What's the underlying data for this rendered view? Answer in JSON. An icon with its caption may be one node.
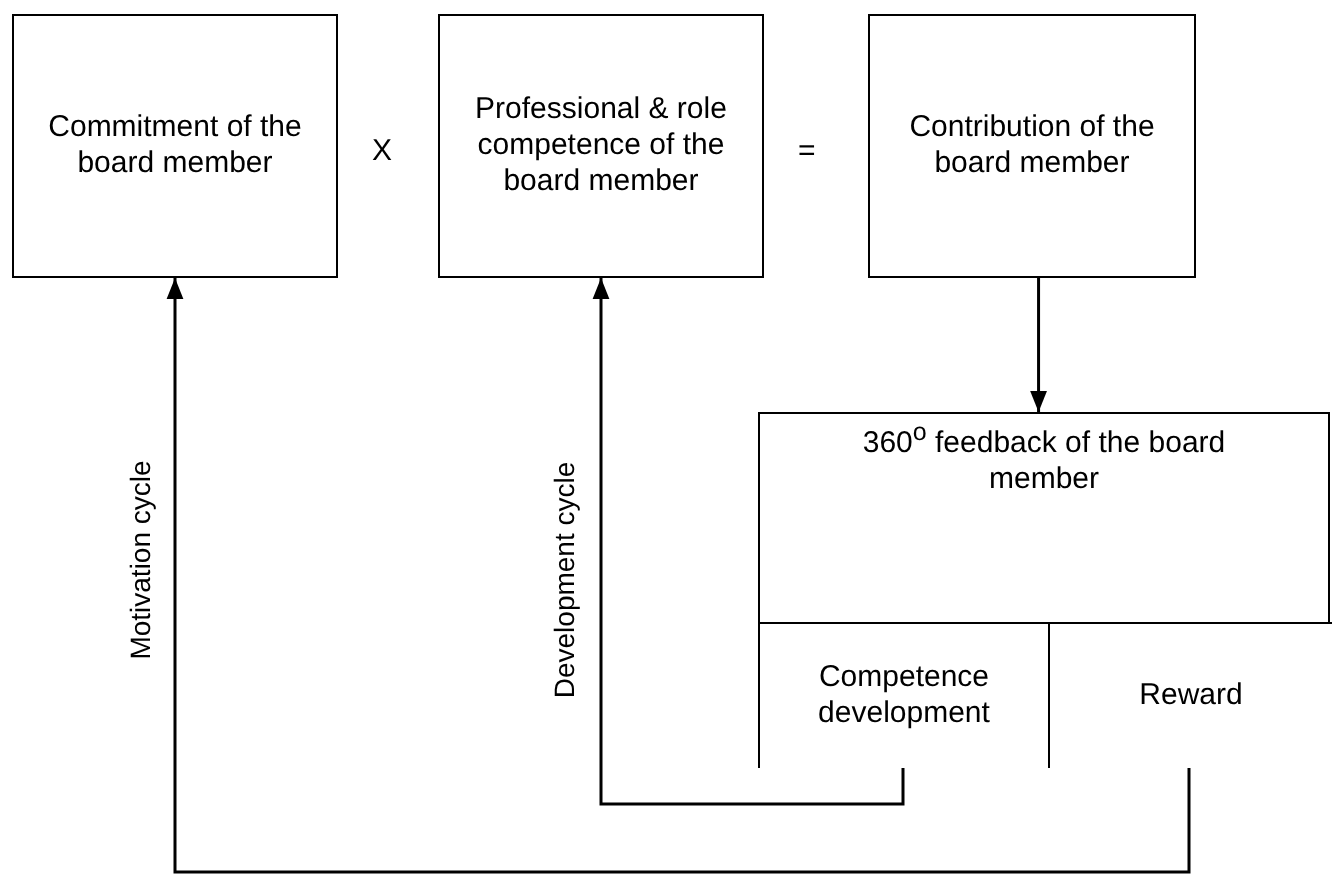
{
  "diagram": {
    "nodes": [
      {
        "text": [
          "Commitment of the board member"
        ]
      },
      {
        "text": [
          "Professional & role competence of the board member"
        ]
      },
      {
        "text": [
          "Contribution of the board member"
        ]
      },
      {
        "text": [
          "360$^{o}$ feedback of the board member"
        ]
      },
      {
        "text": [
          "Competence development"
        ],
        "in": 3
      },
      {
        "text": [
          "Reward"
        ],
        "in": 3
      }
    ],
    "edges": [
      {
        "from": 2,
        "to": 3,
        "arrow": "to"
      },
      {
        "from": 4,
        "to": 1,
        "arrow": "to",
        "label": "Development cycle"
      },
      {
        "from": 5,
        "to": 0,
        "arrow": "to",
        "label": "Motivation cycle"
      }
    ],
    "labels": [
      "X",
      "="
    ]
  }
}
